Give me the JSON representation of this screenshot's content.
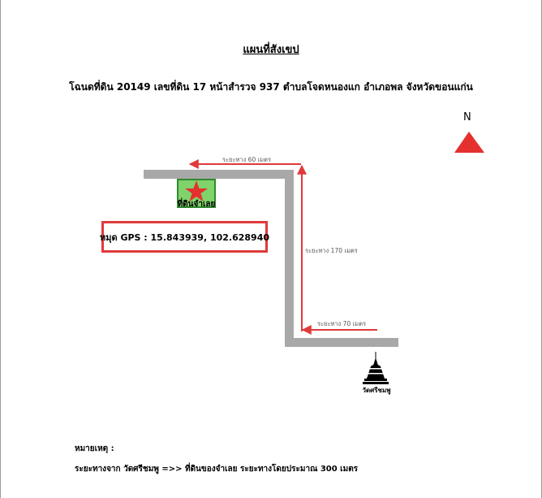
{
  "title": "แผนที่สังเขป",
  "subtitle": "โฉนดที่ดิน 20149 เลขที่ดิน 17 หน้าสำรวจ 937 ตำบลโจดหนองแก อำเภอพล จังหวัดขอนแก่น",
  "north_label": "N",
  "land_label": "ที่ดินจำเลย",
  "gps_text": "หมุด GPS : 15.843939, 102.628940",
  "distances": {
    "top": "ระยะทาง 60 เมตร",
    "vertical": "ระยะทาง 170 เมตร",
    "bottom": "ระยะทาง 70 เมตร"
  },
  "temple_label": "วัดศรีชมพู",
  "notes": {
    "heading": "หมายเหตุ :",
    "text": "ระยะทางจาก วัดศรีชมพู  =>> ที่ดินของจำเลย  ระยะทางโดยประมาณ 300 เมตร"
  },
  "colors": {
    "road": "#a8a8a8",
    "arrow": "#e03a3a",
    "land_fill": "#7fd36a",
    "land_border": "#2f8a2f",
    "star": "#e53030"
  },
  "icons": {
    "north": "red-triangle-icon",
    "land": "red-star-icon",
    "temple": "stupa-icon"
  }
}
